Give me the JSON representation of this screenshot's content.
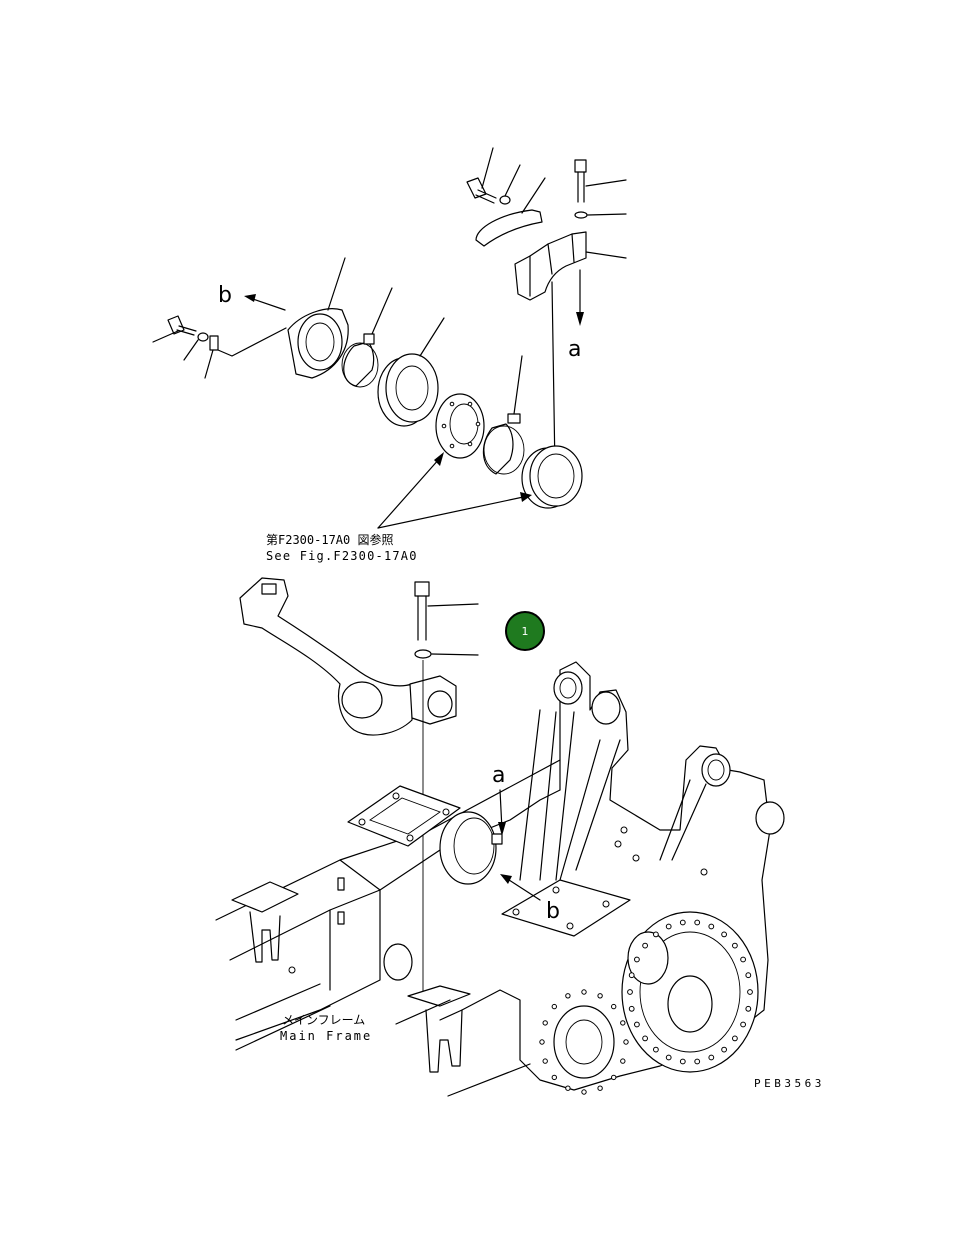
{
  "labels": {
    "ref_jp": "第F2300-17A0 図参照",
    "ref_en": "See Fig.F2300-17A0",
    "frame_jp": "メインフレーム",
    "frame_en": "Main Frame",
    "code": "PEB3563",
    "view_a": "a",
    "view_b": "b",
    "view_a_lower": "a",
    "view_b_lower": "b"
  },
  "callout": {
    "number": "1",
    "color": "#1f7a1f"
  }
}
